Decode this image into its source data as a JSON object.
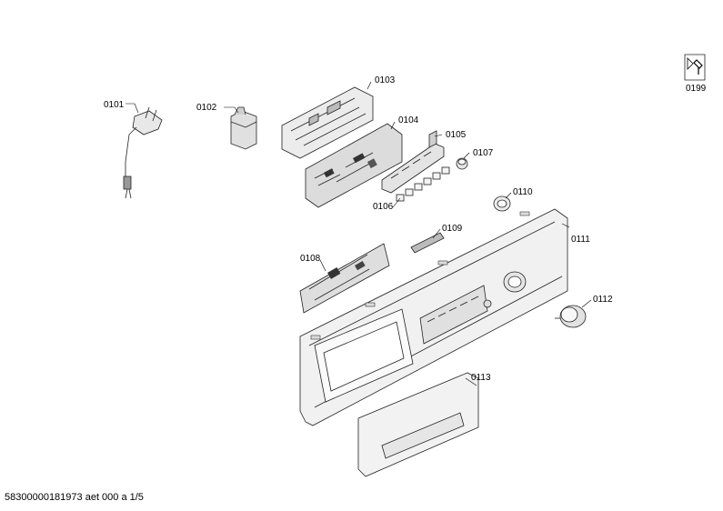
{
  "labels": {
    "p0101": "0101",
    "p0102": "0102",
    "p0103": "0103",
    "p0104": "0104",
    "p0105": "0105",
    "p0106": "0106",
    "p0107": "0107",
    "p0108": "0108",
    "p0109": "0109",
    "p0110": "0110",
    "p0111": "0111",
    "p0112": "0112",
    "p0113": "0113",
    "p0199": "0199"
  },
  "footer": {
    "text": "58300000181973 aet 000 a 1/5"
  }
}
